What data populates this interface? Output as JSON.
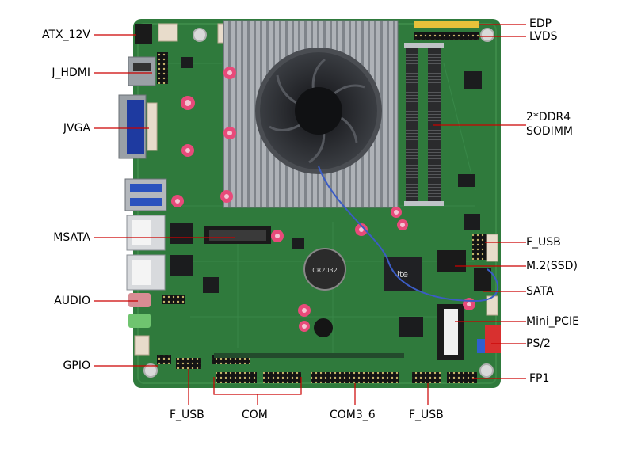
{
  "labels_left": [
    {
      "key": "atx",
      "text": "ATX_12V"
    },
    {
      "key": "hdmi",
      "text": "J_HDMI"
    },
    {
      "key": "vga",
      "text": "JVGA"
    },
    {
      "key": "msata",
      "text": "MSATA"
    },
    {
      "key": "audio",
      "text": "AUDIO"
    },
    {
      "key": "gpio",
      "text": "GPIO"
    }
  ],
  "labels_right": [
    {
      "key": "edp",
      "text": "EDP"
    },
    {
      "key": "lvds",
      "text": "LVDS"
    },
    {
      "key": "ddr_line1",
      "text": "2*DDR4"
    },
    {
      "key": "ddr_line2",
      "text": "SODIMM"
    },
    {
      "key": "fusb_right",
      "text": "F_USB"
    },
    {
      "key": "m2",
      "text": "M.2(SSD)"
    },
    {
      "key": "sata",
      "text": "SATA"
    },
    {
      "key": "minipcie",
      "text": "Mini_PCIE"
    },
    {
      "key": "ps2",
      "text": "PS/2"
    },
    {
      "key": "fp1",
      "text": "FP1"
    }
  ],
  "labels_bottom": [
    {
      "key": "fusb_bl",
      "text": "F_USB"
    },
    {
      "key": "com",
      "text": "COM"
    },
    {
      "key": "com36",
      "text": "COM3_6"
    },
    {
      "key": "fusb_br",
      "text": "F_USB"
    }
  ],
  "chip_markings": {
    "ite": "ite",
    "battery": "CR2032"
  },
  "colors": {
    "pcb": "#2f7a3c",
    "pcb_dark": "#1f5a2a",
    "heatsink": "#8e9298",
    "fan": "#2a2c30",
    "leader_line": "#cc0000",
    "label_text": "#000000"
  }
}
